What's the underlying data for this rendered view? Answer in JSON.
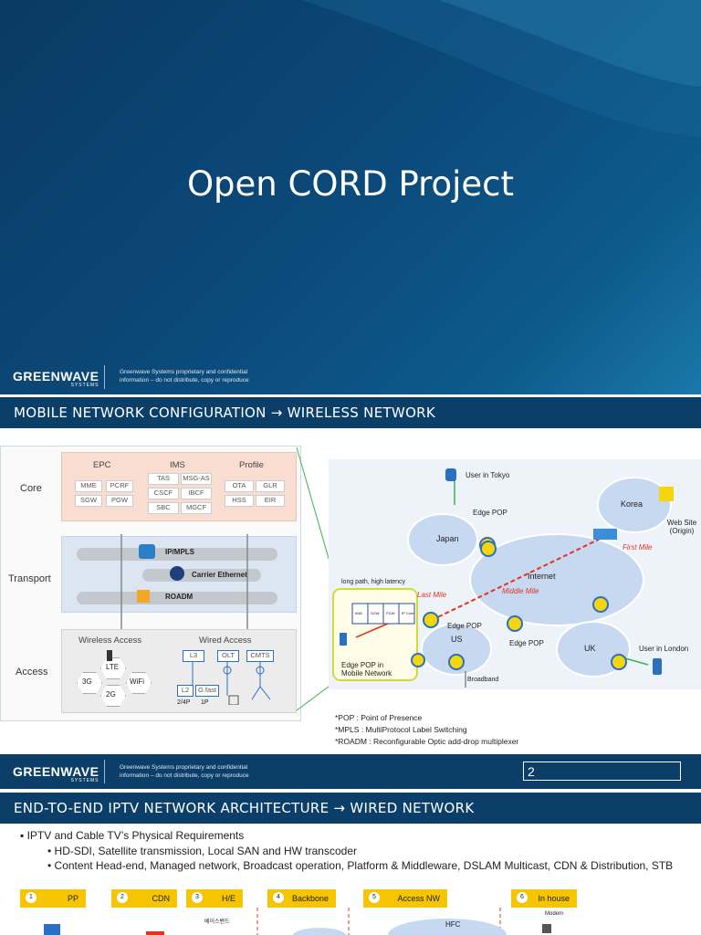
{
  "slide1": {
    "title": "Open CORD Project",
    "logo": {
      "name": "GREENWAVE",
      "sub": "SYSTEMS"
    },
    "confidential": [
      "Greenwave Systems proprietary and confidential",
      "information – do not distribute, copy or reproduce"
    ]
  },
  "slide2": {
    "header": "MOBILE NETWORK CONFIGURATION → WIRELESS NETWORK",
    "layers": [
      "Core",
      "Transport",
      "Access"
    ],
    "core": {
      "groups": [
        {
          "title": "EPC",
          "items": [
            "MME",
            "PCRF",
            "SGW",
            "PGW"
          ]
        },
        {
          "title": "IMS",
          "items": [
            "TAS",
            "MSG-AS",
            "CSCF",
            "IBCF",
            "SBC",
            "MGCF"
          ]
        },
        {
          "title": "Profile",
          "items": [
            "OTA",
            "GLR",
            "HSS",
            "EIR"
          ]
        }
      ]
    },
    "transport": {
      "items": [
        "IP/MPLS",
        "Carrier Ethernet",
        "ROADM"
      ]
    },
    "access": {
      "wireless_title": "Wireless Access",
      "wired_title": "Wired Access",
      "wireless_items": [
        "LTE",
        "3G",
        "WiFi",
        "2G"
      ],
      "wired_items": [
        "L3",
        "OLT",
        "CMTS",
        "L2",
        "G.fast"
      ],
      "wired_sub": [
        "2/4P",
        "1P"
      ]
    },
    "map": {
      "labels": {
        "user_tokyo": "User in Tokyo",
        "edge_pop_top": "Edge POP",
        "korea": "Korea",
        "website": "Web Site (Origin)",
        "japan": "Japan",
        "first_mile": "First Mile",
        "internet": "Internet",
        "middle_mile": "Middle Mile",
        "last_mile": "Last Mile",
        "long_path": "long path, high latency",
        "edge_pop_us": "Edge POP",
        "us": "US",
        "edge_pop_mid": "Edge POP",
        "uk": "UK",
        "user_london": "User in London",
        "edge_pop_mobile": "Edge POP in Mobile Network",
        "broadband": "Broadband",
        "server_labels": [
          "eNB",
          "SGW",
          "PGW",
          "IP Core"
        ]
      }
    },
    "footnotes": [
      "*POP : Point of Presence",
      "*MPLS : MultiProtocol Label Switching",
      "*ROADM : Reconfigurable Optic add-drop multiplexer"
    ],
    "logo": {
      "name": "GREENWAVE",
      "sub": "SYSTEMS"
    },
    "confidential": [
      "Greenwave Systems proprietary and confidential",
      "information – do not distribute, copy or reproduce"
    ],
    "page_number": "2"
  },
  "slide3": {
    "header": "END-TO-END IPTV NETWORK ARCHITECTURE → WIRED NETWORK",
    "bullets": [
      {
        "level": 1,
        "text": "IPTV and Cable TV’s Physical Requirements"
      },
      {
        "level": 2,
        "text": "HD-SDI, Satellite transmission, Local SAN and HW transcoder"
      },
      {
        "level": 2,
        "text": "Content Head-end, Managed network, Broadcast operation, Platform & Middleware, DSLAM Multicast, CDN & Distribution, STB"
      }
    ],
    "steps": [
      {
        "num": "1",
        "label": "PP"
      },
      {
        "num": "2",
        "label": "CDN"
      },
      {
        "num": "3",
        "label": "H/E"
      },
      {
        "num": "4",
        "label": "Backbone"
      },
      {
        "num": "5",
        "label": "Access NW"
      },
      {
        "num": "6",
        "label": "In house"
      }
    ],
    "bottom_labels": {
      "hfc": "HFC",
      "modem": "Modem",
      "korean": "베이스밴드"
    }
  },
  "colors": {
    "navy": "#0b3f6a",
    "yellow": "#f6c400",
    "cloud": "#c7d9f1",
    "red": "#e0351f"
  }
}
